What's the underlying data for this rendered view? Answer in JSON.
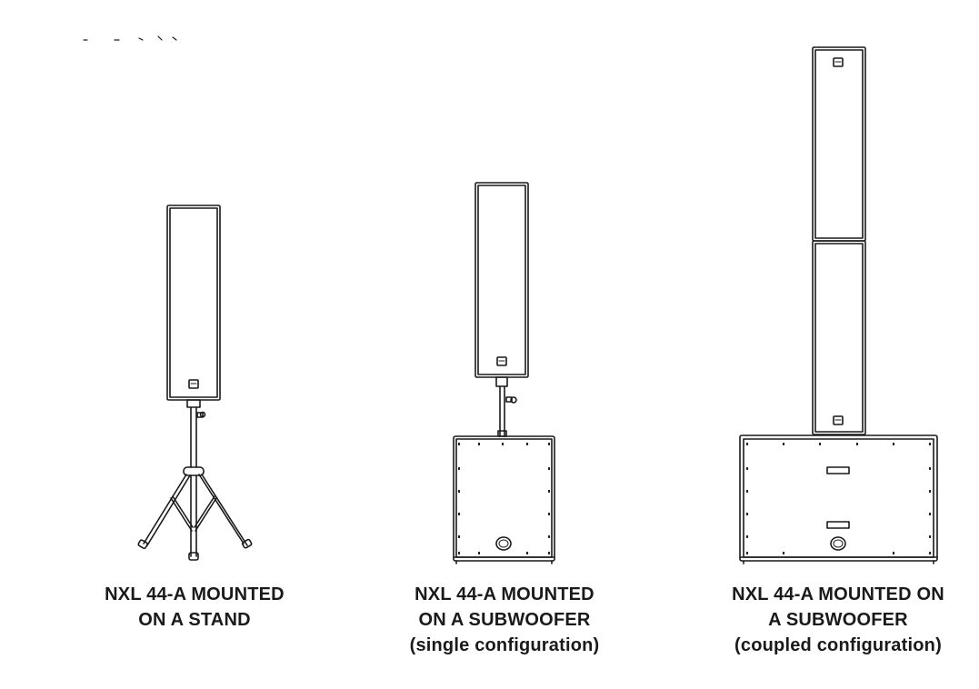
{
  "figures": [
    {
      "id": "stand",
      "caption_lines": [
        "NXL 44-A MOUNTED",
        "ON A STAND"
      ]
    },
    {
      "id": "subwoofer-single",
      "caption_lines": [
        "NXL 44-A MOUNTED",
        "ON A SUBWOOFER",
        "(single configuration)"
      ]
    },
    {
      "id": "subwoofer-coupled",
      "caption_lines": [
        "NXL 44-A MOUNTED ON",
        "A SUBWOOFER",
        "(coupled configuration)"
      ]
    }
  ],
  "colors": {
    "line": "#1a1a1a",
    "background": "#ffffff"
  }
}
